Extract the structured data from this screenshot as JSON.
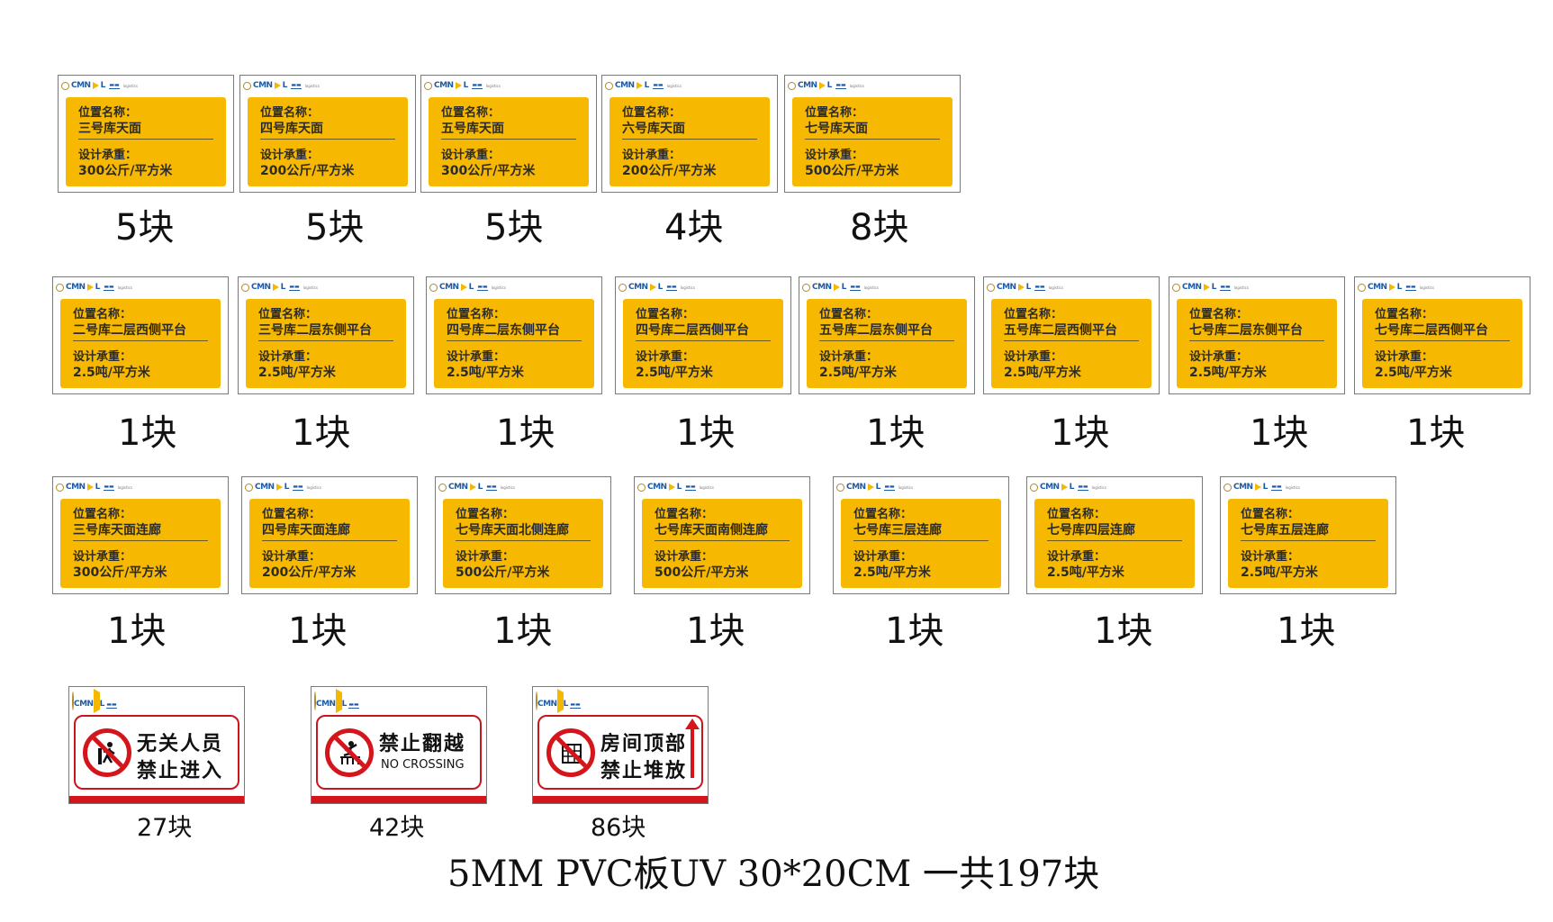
{
  "labels": {
    "loc": "位置名称：",
    "load": "设计承重："
  },
  "row1": [
    {
      "loc": "三号库天面",
      "load": "300公斤/平方米",
      "count": "5块"
    },
    {
      "loc": "四号库天面",
      "load": "200公斤/平方米",
      "count": "5块"
    },
    {
      "loc": "五号库天面",
      "load": "300公斤/平方米",
      "count": "5块"
    },
    {
      "loc": "六号库天面",
      "load": "200公斤/平方米",
      "count": "4块"
    },
    {
      "loc": "七号库天面",
      "load": "500公斤/平方米",
      "count": "8块"
    }
  ],
  "row2": [
    {
      "loc": "二号库二层西侧平台",
      "load": "2.5吨/平方米",
      "count": "1块"
    },
    {
      "loc": "三号库二层东侧平台",
      "load": "2.5吨/平方米",
      "count": "1块"
    },
    {
      "loc": "四号库二层东侧平台",
      "load": "2.5吨/平方米",
      "count": "1块"
    },
    {
      "loc": "四号库二层西侧平台",
      "load": "2.5吨/平方米",
      "count": "1块"
    },
    {
      "loc": "五号库二层东侧平台",
      "load": "2.5吨/平方米",
      "count": "1块"
    },
    {
      "loc": "五号库二层西侧平台",
      "load": "2.5吨/平方米",
      "count": "1块"
    },
    {
      "loc": "七号库二层东侧平台",
      "load": "2.5吨/平方米",
      "count": "1块"
    },
    {
      "loc": "七号库二层西侧平台",
      "load": "2.5吨/平方米",
      "count": "1块"
    }
  ],
  "row3": [
    {
      "loc": "三号库天面连廊",
      "load": "300公斤/平方米",
      "count": "1块"
    },
    {
      "loc": "四号库天面连廊",
      "load": "200公斤/平方米",
      "count": "1块"
    },
    {
      "loc": "七号库天面北侧连廊",
      "load": "500公斤/平方米",
      "count": "1块"
    },
    {
      "loc": "七号库天面南侧连廊",
      "load": "500公斤/平方米",
      "count": "1块"
    },
    {
      "loc": "七号库三层连廊",
      "load": "2.5吨/平方米",
      "count": "1块"
    },
    {
      "loc": "七号库四层连廊",
      "load": "2.5吨/平方米",
      "count": "1块"
    },
    {
      "loc": "七号库五层连廊",
      "load": "2.5吨/平方米",
      "count": "1块"
    }
  ],
  "warnings": [
    {
      "line1": "无关人员",
      "line2": "禁止进入",
      "count": "27块",
      "icon": "no-entry-person-icon"
    },
    {
      "line1": "禁止翻越",
      "en": "NO CROSSING",
      "count": "42块",
      "icon": "no-climbing-icon"
    },
    {
      "line1": "房间顶部",
      "line2": "禁止堆放",
      "count": "86块",
      "icon": "no-stacking-icon"
    }
  ],
  "footer": "5MM PVC板UV 30*20CM 一共197块",
  "colors": {
    "plate_yellow": "#f6b800",
    "warning_red": "#d4151c"
  }
}
